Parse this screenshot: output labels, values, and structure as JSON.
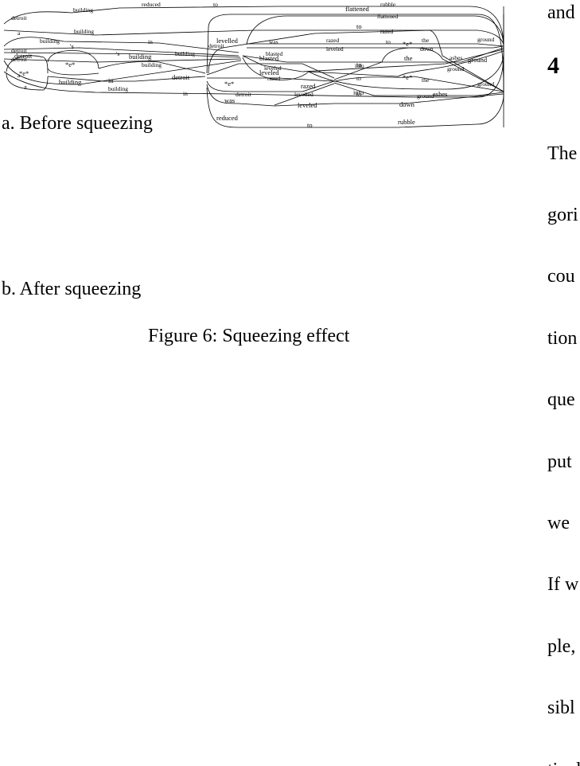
{
  "captions": {
    "before": "a. Before squeezing",
    "after": "b. After squeezing",
    "figure": "Figure 6: Squeezing effect"
  },
  "right_column": {
    "top_word": "and",
    "section_number": "4",
    "lines": [
      "The",
      "gori",
      "cou",
      "tion",
      "que",
      "put",
      "we",
      "If w",
      "ple,",
      "sibl",
      "tivel"
    ]
  },
  "before_words": {
    "detroit_top": "detroit",
    "building_1": "building",
    "reduced": "reduced",
    "to_1": "to",
    "rubble": "rubble",
    "flattened": "flattened",
    "a_1": "a",
    "building_2": "building",
    "razed_1": "razed",
    "building_3": "building",
    "in_1": "in",
    "detroit_mid": "detroit",
    "was": "was",
    "razed_2": "razed",
    "to_2": "to",
    "the_1": "the",
    "ground_1": "ground",
    "detroit_l1": "detroit",
    "s_1": "'s",
    "building_4": "building",
    "blasted": "blasted",
    "leveled_1": "leveled",
    "down": "down",
    "detroit_l2": "detroit",
    "building_5": "building",
    "ashes": "ashes",
    "leveled_2": "leveled",
    "into": "into",
    "ground_2": "ground",
    "a_2": "a",
    "razed_3": "razed",
    "to_3": "to",
    "the_2": "the",
    "ground_3": "ground",
    "building_6": "building",
    "in_2": "in",
    "detroit_bot": "detroit",
    "levelled": "levelled",
    "to_4": "to",
    "ground_4": "ground"
  },
  "after_words": {
    "flattened": "flattened",
    "to_1": "to",
    "levelled": "levelled",
    "s": "'s",
    "ce_1": "*e*",
    "detroit_1": "detroit",
    "ce_2": "*e*",
    "building_1": "building",
    "blasted": "blasted",
    "to_2": "to",
    "the": "the",
    "ground": "ground",
    "ce_3": "*e*",
    "leveled_1": "leveled",
    "a": "a",
    "building_2": "building",
    "in": "in",
    "detroit_2": "detroit",
    "ce_4": "*e*",
    "razed": "razed",
    "ce_5": "*e*",
    "into": "into",
    "ashes": "ashes",
    "was": "was",
    "leveled_2": "leveled",
    "down": "down",
    "reduced": "reduced",
    "to_3": "to",
    "rubble": "rubble"
  }
}
